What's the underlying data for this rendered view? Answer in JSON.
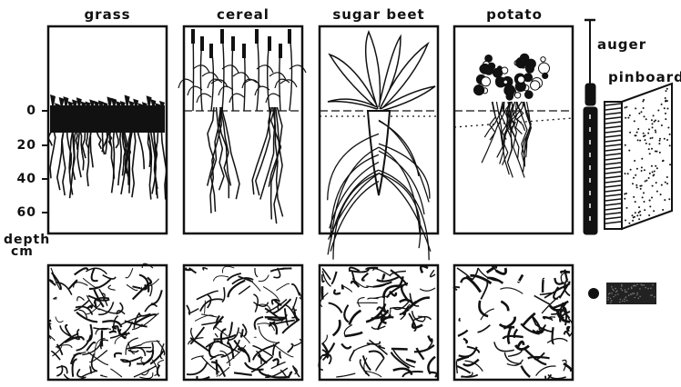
{
  "depth_axis": {
    "ticks": [
      "0",
      "20",
      "40",
      "60"
    ],
    "label_line1": "depth",
    "label_line2": "cm"
  },
  "crops": [
    {
      "title": "grass"
    },
    {
      "title": "cereal"
    },
    {
      "title": "sugar beet"
    },
    {
      "title": "potato"
    }
  ],
  "tools": {
    "auger_label": "auger",
    "pinboard_label": "pinboard"
  }
}
